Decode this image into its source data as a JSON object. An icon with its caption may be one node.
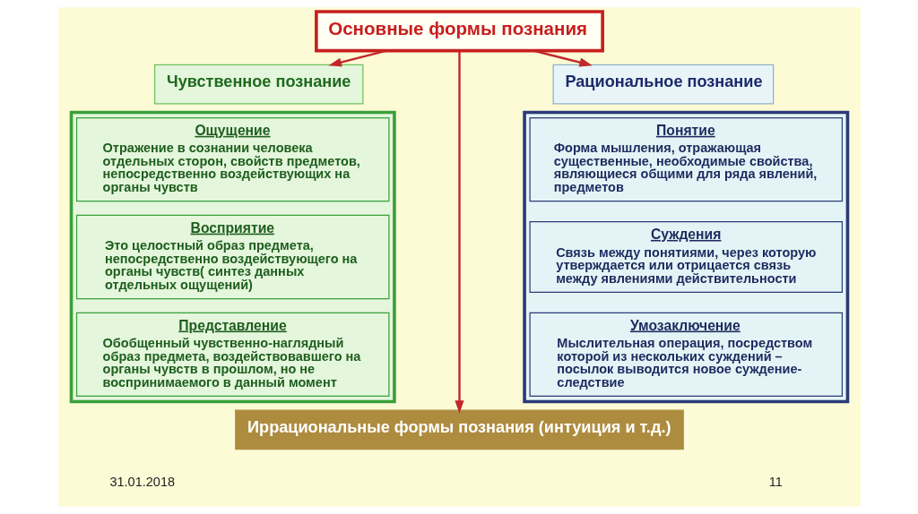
{
  "diagram": {
    "nodes": [
      {
        "text": [
          "Основные формы познания"
        ]
      },
      {
        "text": [
          "Чувственное познание"
        ]
      },
      {
        "text": [
          "Рациональное познание"
        ]
      },
      {
        "text": [],
        "shape": "box"
      },
      {
        "text": [
          "Ощущение",
          "Отражение в сознании человека отдельных сторон, свойств предметов, непосредственно воздействующих на органы чувств"
        ],
        "in": 3
      },
      {
        "text": [
          "Восприятие",
          "Это целостный образ предмета, непосредственно воздействующего на органы чувств( синтез данных отдельных ощущений)"
        ],
        "in": 3
      },
      {
        "text": [
          "Представление",
          "Обобщенный чувственно-наглядный образ предмета, воздействовавшего на органы чувств в прошлом, но не воспринимаемого в данный момент"
        ],
        "in": 3
      },
      {
        "text": [],
        "shape": "box"
      },
      {
        "text": [
          "Понятие",
          "Форма мышления, отражающая существенные, необходимые свойства, являющиеся общими для ряда явлений, предметов"
        ],
        "in": 7
      },
      {
        "text": [
          "Суждения",
          "Связь между понятиями, через которую утверждается или отрицается связь между явлениями действительности"
        ],
        "in": 7
      },
      {
        "text": [
          "Умозаключение",
          "Мыслительная операция, посредством которой из нескольких суждений – посылок выводится новое суждение-следствие"
        ],
        "in": 7
      },
      {
        "text": [
          "Иррациональные формы познания (интуиция и т.д.)"
        ]
      }
    ],
    "edges": [
      {
        "from": 0,
        "to": 1,
        "arrow": "to"
      },
      {
        "from": 0,
        "to": 11,
        "arrow": "to"
      },
      {
        "from": 0,
        "to": 2,
        "arrow": "to"
      }
    ],
    "labels": [
      "31.01.2018",
      "11"
    ]
  }
}
